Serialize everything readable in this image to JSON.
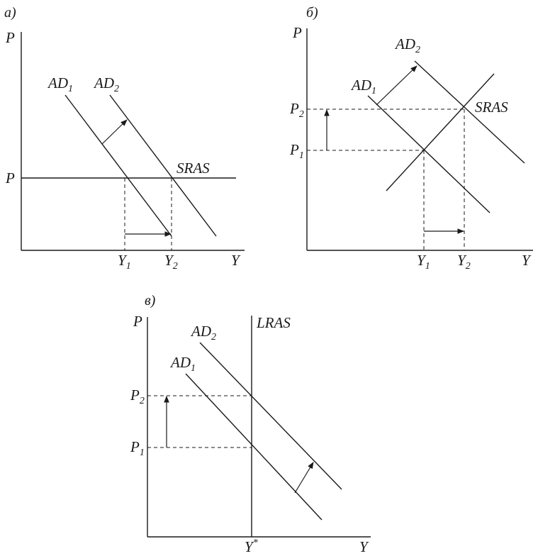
{
  "panels": {
    "a": {
      "title": "а)",
      "axis_p": "P",
      "axis_y": "Y",
      "price_label": "P",
      "ad1": {
        "base": "AD",
        "sub": "1"
      },
      "ad2": {
        "base": "AD",
        "sub": "2"
      },
      "supply": "SRAS",
      "y1": {
        "base": "Y",
        "sub": "1"
      },
      "y2": {
        "base": "Y",
        "sub": "2"
      }
    },
    "b": {
      "title": "б)",
      "axis_p": "P",
      "axis_y": "Y",
      "ad1": {
        "base": "AD",
        "sub": "1"
      },
      "ad2": {
        "base": "AD",
        "sub": "2"
      },
      "supply": "SRAS",
      "p1": {
        "base": "P",
        "sub": "1"
      },
      "p2": {
        "base": "P",
        "sub": "2"
      },
      "y1": {
        "base": "Y",
        "sub": "1"
      },
      "y2": {
        "base": "Y",
        "sub": "2"
      }
    },
    "c": {
      "title": "в)",
      "axis_p": "P",
      "axis_y": "Y",
      "ad1": {
        "base": "AD",
        "sub": "1"
      },
      "ad2": {
        "base": "AD",
        "sub": "2"
      },
      "supply": "LRAS",
      "p1": {
        "base": "P",
        "sub": "1"
      },
      "p2": {
        "base": "P",
        "sub": "2"
      },
      "y_star": {
        "base": "Y",
        "sup": "*"
      }
    }
  },
  "colors": {
    "ink": "#1a1a1a",
    "background": "#ffffff"
  }
}
